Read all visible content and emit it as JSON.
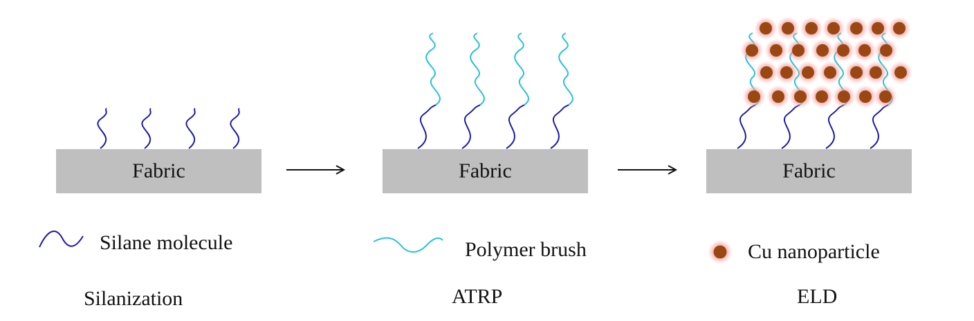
{
  "panels": [
    {
      "fabric_label": "Fabric",
      "step_label": "Silanization"
    },
    {
      "fabric_label": "Fabric",
      "step_label": "ATRP"
    },
    {
      "fabric_label": "Fabric",
      "step_label": "ELD"
    }
  ],
  "legend": {
    "silane": "Silane molecule",
    "polymer": "Polymer brush",
    "cu": "Cu nanoparticle"
  },
  "colors": {
    "fabric": "#bfbfbf",
    "silane": "#1a1aa6",
    "polymer": "#29c1d9",
    "cu_core": "#9a4712",
    "cu_glow": "#f08080"
  }
}
